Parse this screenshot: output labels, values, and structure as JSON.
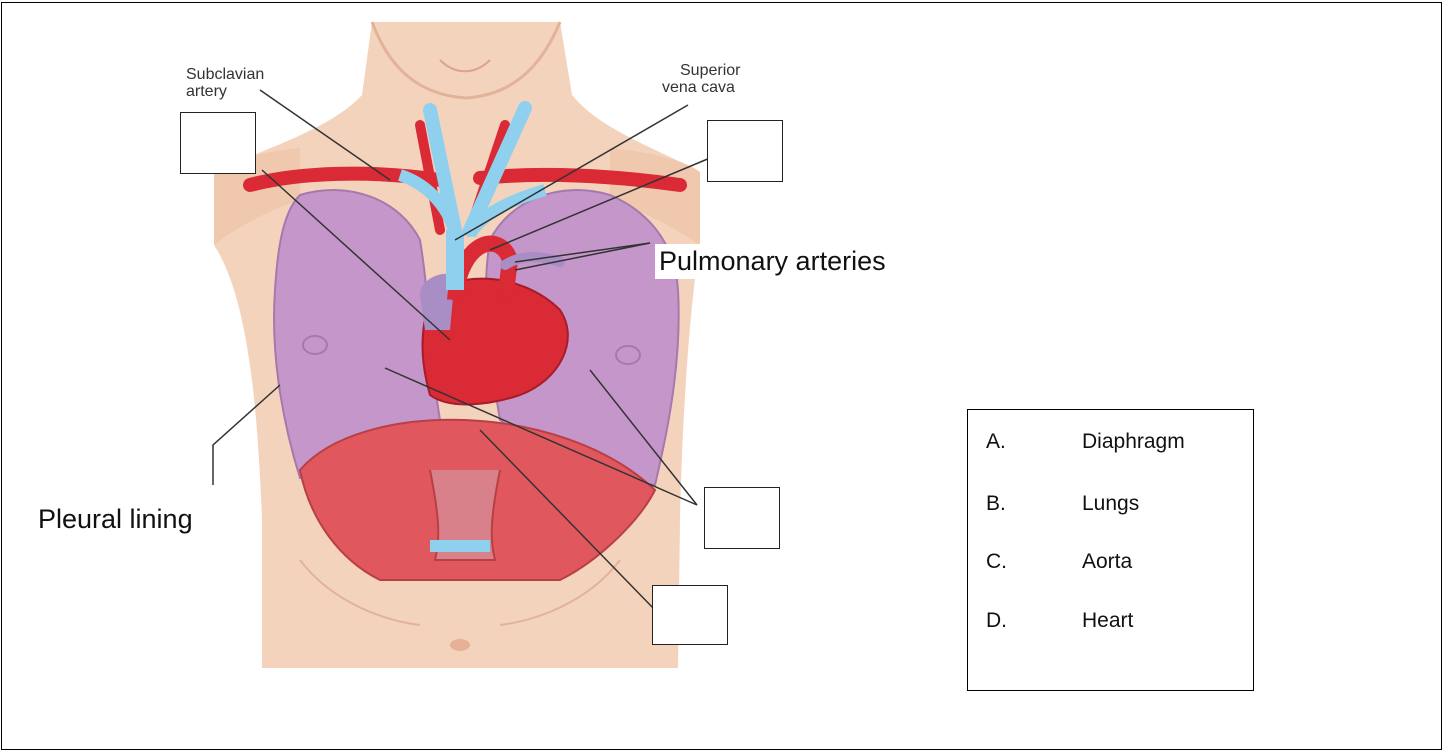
{
  "labels": {
    "subclavian_line1": "Subclavian",
    "subclavian_line2": "artery",
    "svc_line1": "Superior",
    "svc_line2": "vena cava",
    "pulmonary": "Pulmonary arteries",
    "pleural": "Pleural lining"
  },
  "key": {
    "items": [
      {
        "letter": "A.",
        "term": "Diaphragm"
      },
      {
        "letter": "B.",
        "term": "Lungs"
      },
      {
        "letter": "C.",
        "term": "Aorta"
      },
      {
        "letter": "D.",
        "term": "Heart"
      }
    ]
  },
  "colors": {
    "skin": "#f4d3bd",
    "skin_shadow": "#e7b89c",
    "lung": "#c596c9",
    "artery_red": "#d92a35",
    "vein_blue": "#8fd0ee",
    "diaphragm": "#e0585e"
  }
}
